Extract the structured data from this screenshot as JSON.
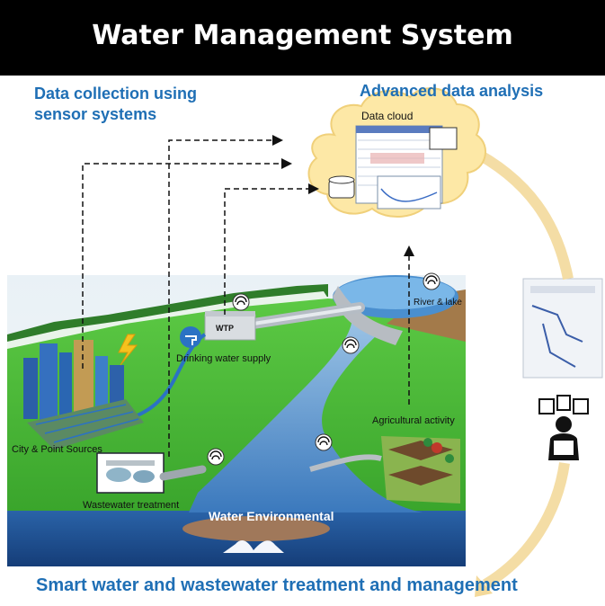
{
  "title": "Water Management System",
  "headings": {
    "data_collection": [
      "Data collection using",
      "sensor systems"
    ],
    "advanced_analysis": "Advanced data analysis",
    "bottom": "Smart water and wastewater treatment and management"
  },
  "labels": {
    "data_cloud": "Data cloud",
    "wtp": "WTP",
    "drinking_water": "Drinking water supply",
    "river_lake": "River & lake",
    "city": "City & Point Sources",
    "wastewater": "Wastewater treatment",
    "agricultural": "Agricultural activity",
    "water_env": "Water Environmental"
  },
  "colors": {
    "title_bg": "#000000",
    "heading_blue": "#1f6fb5",
    "grass": "#4cbb3a",
    "river": "#6fa6d6",
    "sea": "#1d4f93",
    "cloud": "#fde8a6",
    "arrow": "#f3d99b"
  },
  "icons": [
    "wireless-sensor-icon",
    "lightning-icon",
    "faucet-icon",
    "operator-monitoring-icon",
    "database-icon"
  ]
}
